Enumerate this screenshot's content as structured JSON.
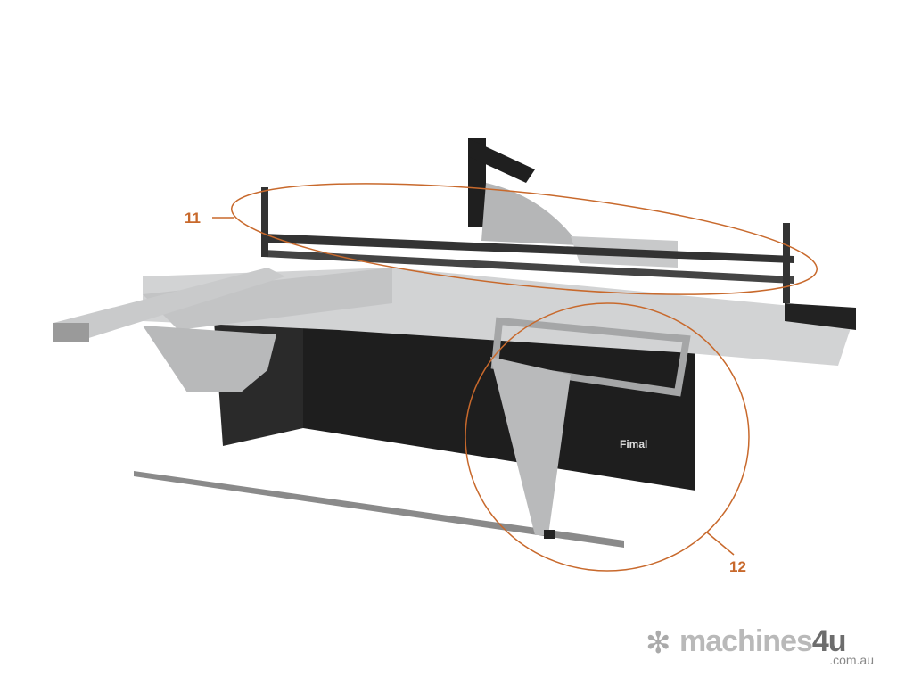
{
  "callouts": {
    "c11": "11",
    "c12": "12"
  },
  "machine_brand": "Fimal",
  "logo": {
    "name_main": "machines",
    "name_accent": "4u",
    "domain": ".com.au"
  },
  "colors": {
    "callout": "#c8692c",
    "machine_grey": "#bfc0c1",
    "machine_dark": "#1e1e1e"
  }
}
